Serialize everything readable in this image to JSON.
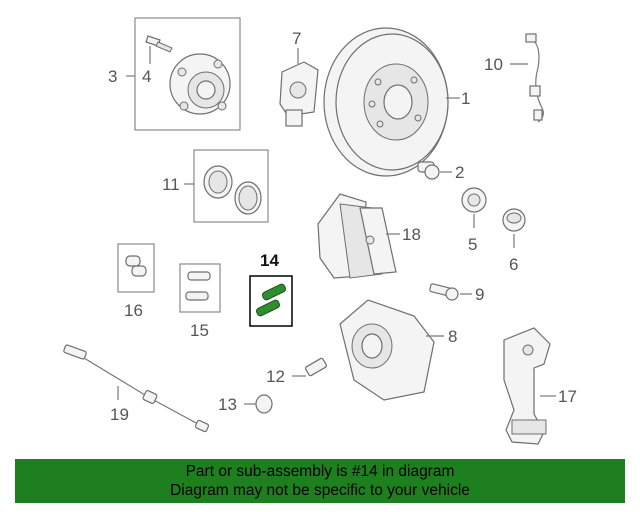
{
  "callouts": {
    "c1": "1",
    "c2": "2",
    "c3": "3",
    "c4": "4",
    "c5": "5",
    "c6": "6",
    "c7": "7",
    "c8": "8",
    "c9": "9",
    "c10": "10",
    "c11": "11",
    "c12": "12",
    "c13": "13",
    "c14": "14",
    "c15": "15",
    "c16": "16",
    "c17": "17",
    "c18": "18",
    "c19": "19"
  },
  "highlight_callout": "14",
  "colors": {
    "banner": "#1e7f1e",
    "highlight_part": "#2f8f2f"
  },
  "banner": {
    "line1": "Part or sub-assembly is #14 in diagram",
    "line2": "Diagram may not be specific to your vehicle"
  }
}
